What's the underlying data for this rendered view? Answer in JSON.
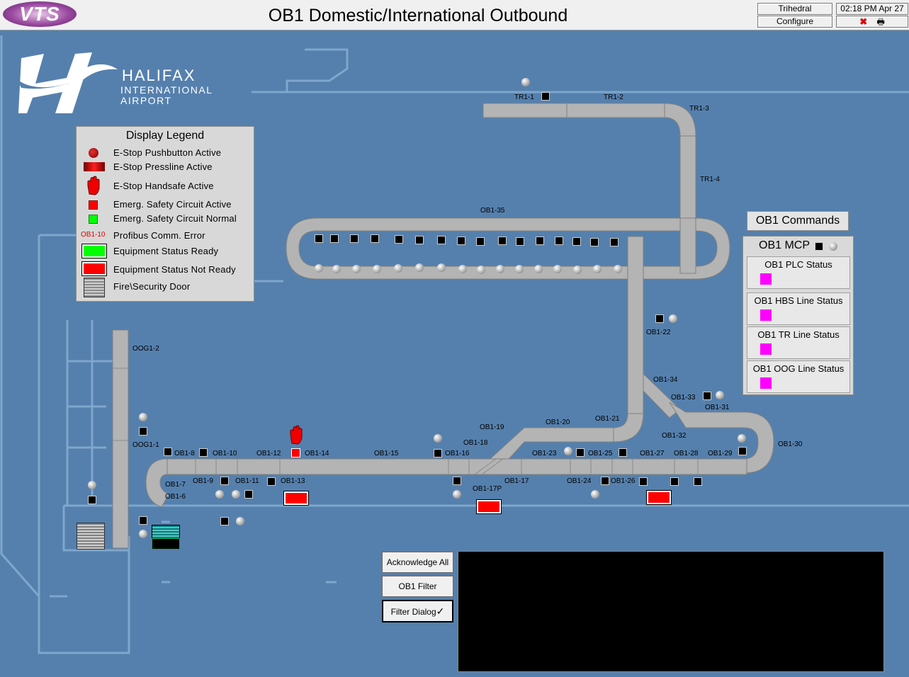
{
  "window": {
    "title": "OB1 Domestic/International Outbound",
    "logo_text": "VTS",
    "server_label": "Trihedral",
    "configure_label": "Configure",
    "clock": "02:18 PM Apr 27"
  },
  "brand": {
    "line1": "HALIFAX",
    "line2": "INTERNATIONAL",
    "line3": "AIRPORT"
  },
  "legend": {
    "title": "Display Legend",
    "items": [
      {
        "label": "E-Stop Pushbutton Active",
        "icon": "red-circle-icon"
      },
      {
        "label": "E-Stop Pressline Active",
        "icon": "red-bar-icon"
      },
      {
        "label": "E-Stop Handsafe Active",
        "icon": "red-hand-icon"
      },
      {
        "label": "Emerg. Safety Circuit Active",
        "icon": "red-square-icon"
      },
      {
        "label": "Emerg. Safety Circuit Normal",
        "icon": "green-square-icon"
      },
      {
        "label": "Profibus Comm. Error",
        "icon_text": "OB1-10"
      },
      {
        "label": "Equipment Status Ready",
        "icon": "green-rect-icon"
      },
      {
        "label": "Equipment Status Not Ready",
        "icon": "red-rect-icon"
      },
      {
        "label": "Fire\\Security Door",
        "icon": "door-icon"
      }
    ]
  },
  "commands": {
    "header": "OB1 Commands",
    "mcp_label": "OB1 MCP",
    "status_items": [
      {
        "label": "OB1 PLC Status",
        "color": "#ff00ff"
      },
      {
        "label": "OB1 HBS Line Status",
        "color": "#ff00ff"
      },
      {
        "label": "OB1 TR Line Status",
        "color": "#ff00ff"
      },
      {
        "label": "OB1 OOG Line Status",
        "color": "#ff00ff"
      }
    ]
  },
  "conveyor_labels": {
    "tr1_1": "TR1-1",
    "tr1_2": "TR1-2",
    "tr1_3": "TR1-3",
    "tr1_4": "TR1-4",
    "ob1_35": "OB1-35",
    "ob1_22": "OB1-22",
    "ob1_34": "OB1-34",
    "ob1_33": "OB1-33",
    "ob1_31": "OB1-31",
    "ob1_32": "OB1-32",
    "ob1_30": "OB1-30",
    "ob1_29": "OB1-29",
    "ob1_28": "OB1-28",
    "ob1_27": "OB1-27",
    "ob1_26": "OB1-26",
    "ob1_25": "OB1-25",
    "ob1_24": "OB1-24",
    "ob1_23": "OB1-23",
    "ob1_21": "OB1-21",
    "ob1_20": "OB1-20",
    "ob1_19": "OB1-19",
    "ob1_18": "OB1-18",
    "ob1_17": "OB1-17",
    "ob1_17p": "OB1-17P",
    "ob1_16": "OB1-16",
    "ob1_15": "OB1-15",
    "ob1_14": "OB1-14",
    "ob1_13": "OB1-13",
    "ob1_12": "OB1-12",
    "ob1_11": "OB1-11",
    "ob1_10": "OB1-10",
    "ob1_9": "OB1-9",
    "ob1_8": "OB1-8",
    "ob1_7": "OB1-7",
    "ob1_6": "OB1-6",
    "oog1_1": "OOG1-1",
    "oog1_2": "OOG1-2"
  },
  "actions": {
    "acknowledge_all": "Acknowledge All",
    "ob1_filter": "OB1 Filter",
    "filter_dialog": "Filter Dialog",
    "filter_dialog_check": "✓"
  },
  "colors": {
    "background": "#5580ad",
    "conveyor": "#b4b4b4",
    "status_magenta": "#ff00ff",
    "alarm_red": "#ff0000"
  }
}
